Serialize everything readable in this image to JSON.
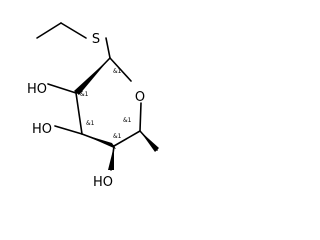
{
  "atoms": {
    "sulfur": "S",
    "ring_oxygen": "O",
    "oh_c2": "HO",
    "oh_c3": "HO",
    "oh_c4": "HO"
  },
  "stereo_labels": {
    "c1": "&1",
    "c2": "&1",
    "c3": "&1",
    "c4": "&1",
    "c5": "&1"
  },
  "colors": {
    "bond": "#000000",
    "text": "#000000",
    "background": "#ffffff"
  }
}
